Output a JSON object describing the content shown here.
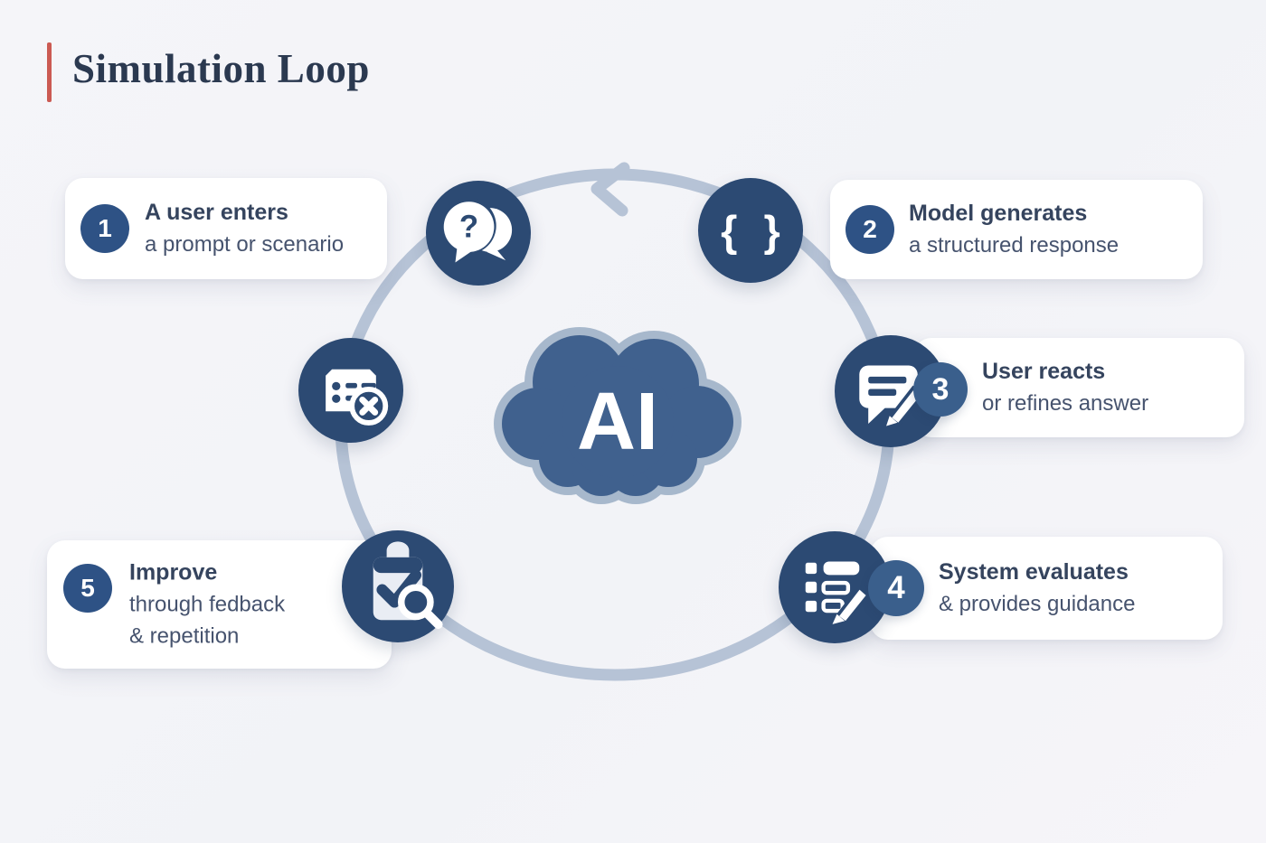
{
  "title": "Simulation Loop",
  "center": {
    "label": "AI"
  },
  "steps": [
    {
      "number": "1",
      "title": "A user enters",
      "lines": [
        "a prompt or scenario"
      ],
      "icon": "question-bubbles-icon"
    },
    {
      "number": "2",
      "title": "Model generates",
      "lines": [
        "a structured response"
      ],
      "icon": "braces-icon"
    },
    {
      "number": "3",
      "title": "User reacts",
      "lines": [
        "or refines answer"
      ],
      "icon": "chat-edit-icon"
    },
    {
      "number": "4",
      "title": "System evaluates",
      "lines": [
        "& provides guidance"
      ],
      "icon": "list-edit-icon"
    },
    {
      "number": "5",
      "title": "Improve",
      "lines": [
        "through fedback",
        "& repetition"
      ],
      "icon": "clipboard-search-icon"
    }
  ],
  "icons": {
    "question_glyph": "?",
    "braces_glyph": "{ }"
  },
  "colors": {
    "background": "#f4f4f8",
    "accent_red": "#cb5a53",
    "title_text": "#2b3950",
    "loop_stroke": "#b6c3d6",
    "icon_circle": "#2c4a73",
    "badge_circle": "#3a5f8c",
    "number_circle": "#2e5285",
    "cloud_fill": "#40618e",
    "cloud_outline": "#a7b8cc",
    "card_bg": "#ffffff",
    "card_title_text": "#35445e",
    "card_body_text": "#46536e"
  }
}
